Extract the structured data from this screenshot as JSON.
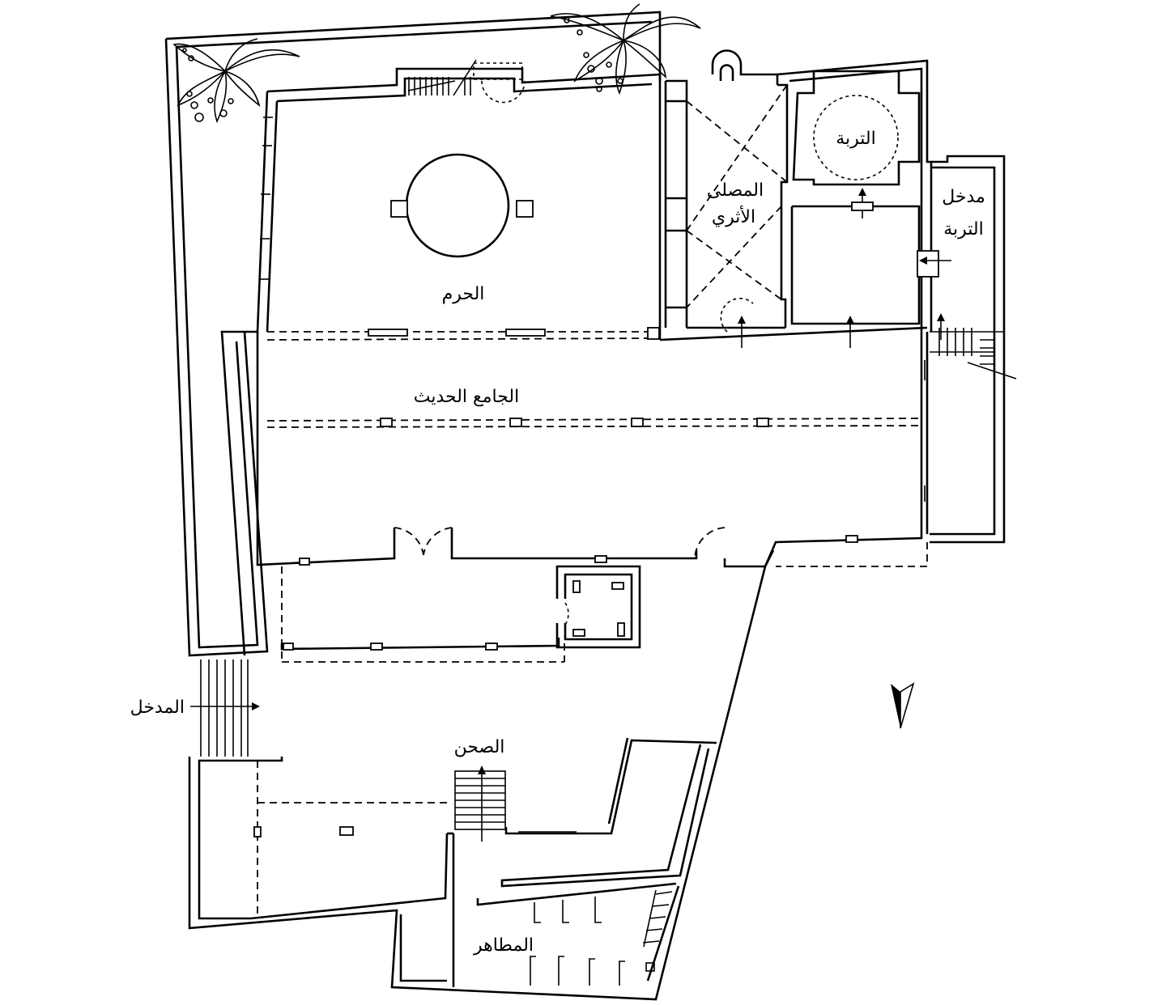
{
  "labels": {
    "haram": "الحرم",
    "new_mosque": "الجامع الحديث",
    "old_prayer_1": "المصلى",
    "old_prayer_2": "الأثري",
    "turba": "التربة",
    "turba_entrance_1": "مدخل",
    "turba_entrance_2": "التربة",
    "entrance": "المدخل",
    "courtyard": "الصحن",
    "ablutions": "المطاهر"
  },
  "north_arrow": {
    "icon": "north-arrow-icon"
  },
  "colors": {
    "line": "#000000",
    "background": "#ffffff"
  }
}
